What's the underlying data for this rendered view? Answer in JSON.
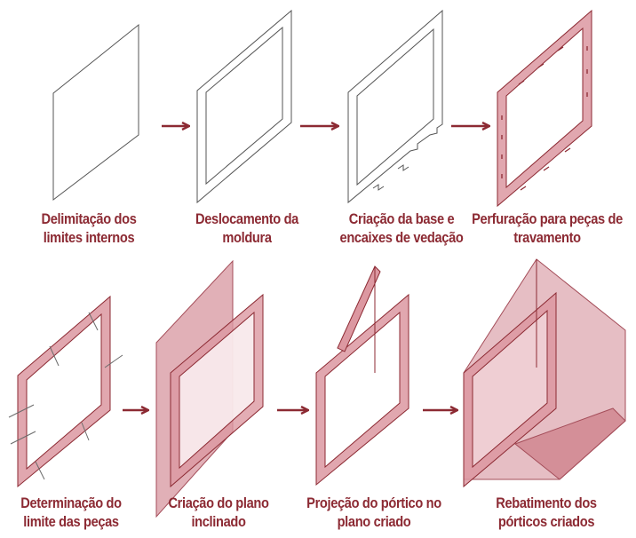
{
  "colors": {
    "arrow": "#8c2a33",
    "caption": "#8c2a33",
    "fill": "#d98a95",
    "plane": "#c86f7c",
    "line": "#6b6b6b"
  },
  "steps": [
    {
      "line1": "Delimitação dos",
      "line2": "limites internos"
    },
    {
      "line1": "Deslocamento da",
      "line2": "moldura"
    },
    {
      "line1": "Criação da base e",
      "line2": "encaixes de vedação"
    },
    {
      "line1": "Perfuração para peças de",
      "line2": "travamento"
    },
    {
      "line1": "Determinação do",
      "line2": "limite das peças"
    },
    {
      "line1": "Criação do plano",
      "line2": "inclinado"
    },
    {
      "line1": "Projeção do pórtico no",
      "line2": "plano criado"
    },
    {
      "line1": "Rebatimento dos",
      "line2": "pórticos criados"
    }
  ],
  "arrow_icon": "arrow-right-icon"
}
